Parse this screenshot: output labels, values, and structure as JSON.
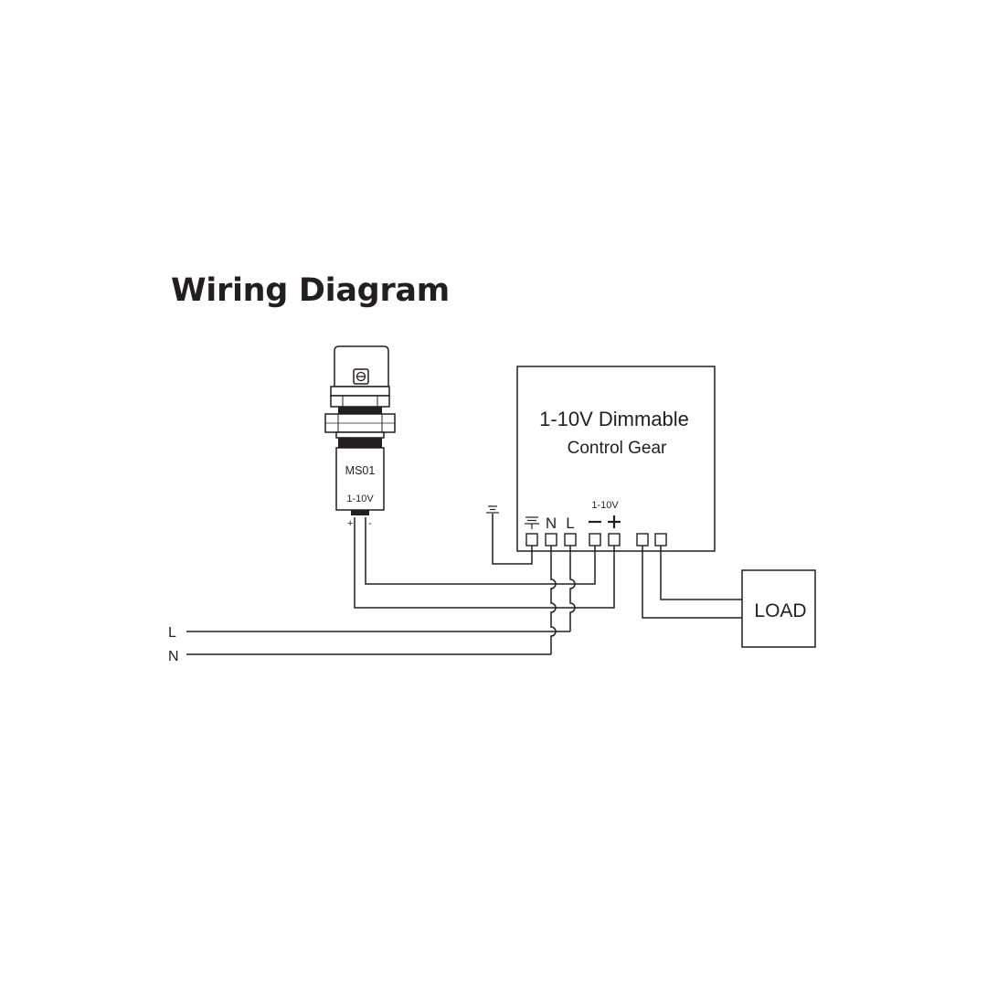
{
  "title": "Wiring Diagram",
  "sensor": {
    "model": "MS01",
    "signal": "1-10V",
    "pin_plus": "+",
    "pin_minus": "-"
  },
  "control_gear": {
    "line1": "1-10V Dimmable",
    "line2": "Control Gear",
    "dim_label": "1-10V",
    "terminal_n": "N",
    "terminal_l": "L"
  },
  "load": {
    "label": "LOAD"
  },
  "supply": {
    "l": "L",
    "n": "N"
  },
  "colors": {
    "ink": "#231f20",
    "background": "#ffffff"
  },
  "icons": [
    "ground-icon",
    "minus-icon",
    "plus-icon"
  ]
}
